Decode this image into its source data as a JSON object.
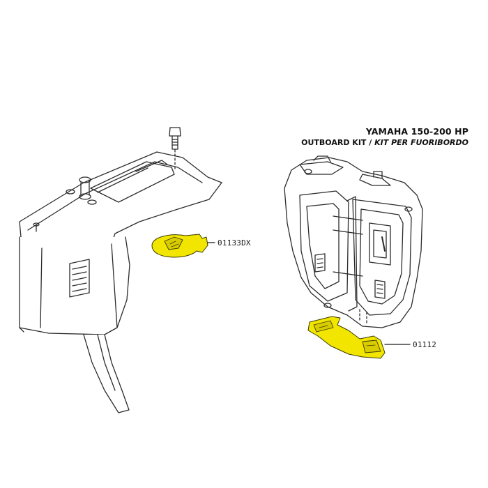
{
  "title": {
    "line1": "YAMAHA 150-200 HP",
    "line2_regular": "OUTBOARD KIT /",
    "line2_italic": "KIT PER FUORIBORDO"
  },
  "parts": [
    {
      "code": "01133DX",
      "highlight_color": "#f2e600"
    },
    {
      "code": "01112",
      "highlight_color": "#f2e600"
    }
  ],
  "colors": {
    "line": "#2b2b2b",
    "part_highlight": "#f2e600",
    "background": "#ffffff"
  }
}
